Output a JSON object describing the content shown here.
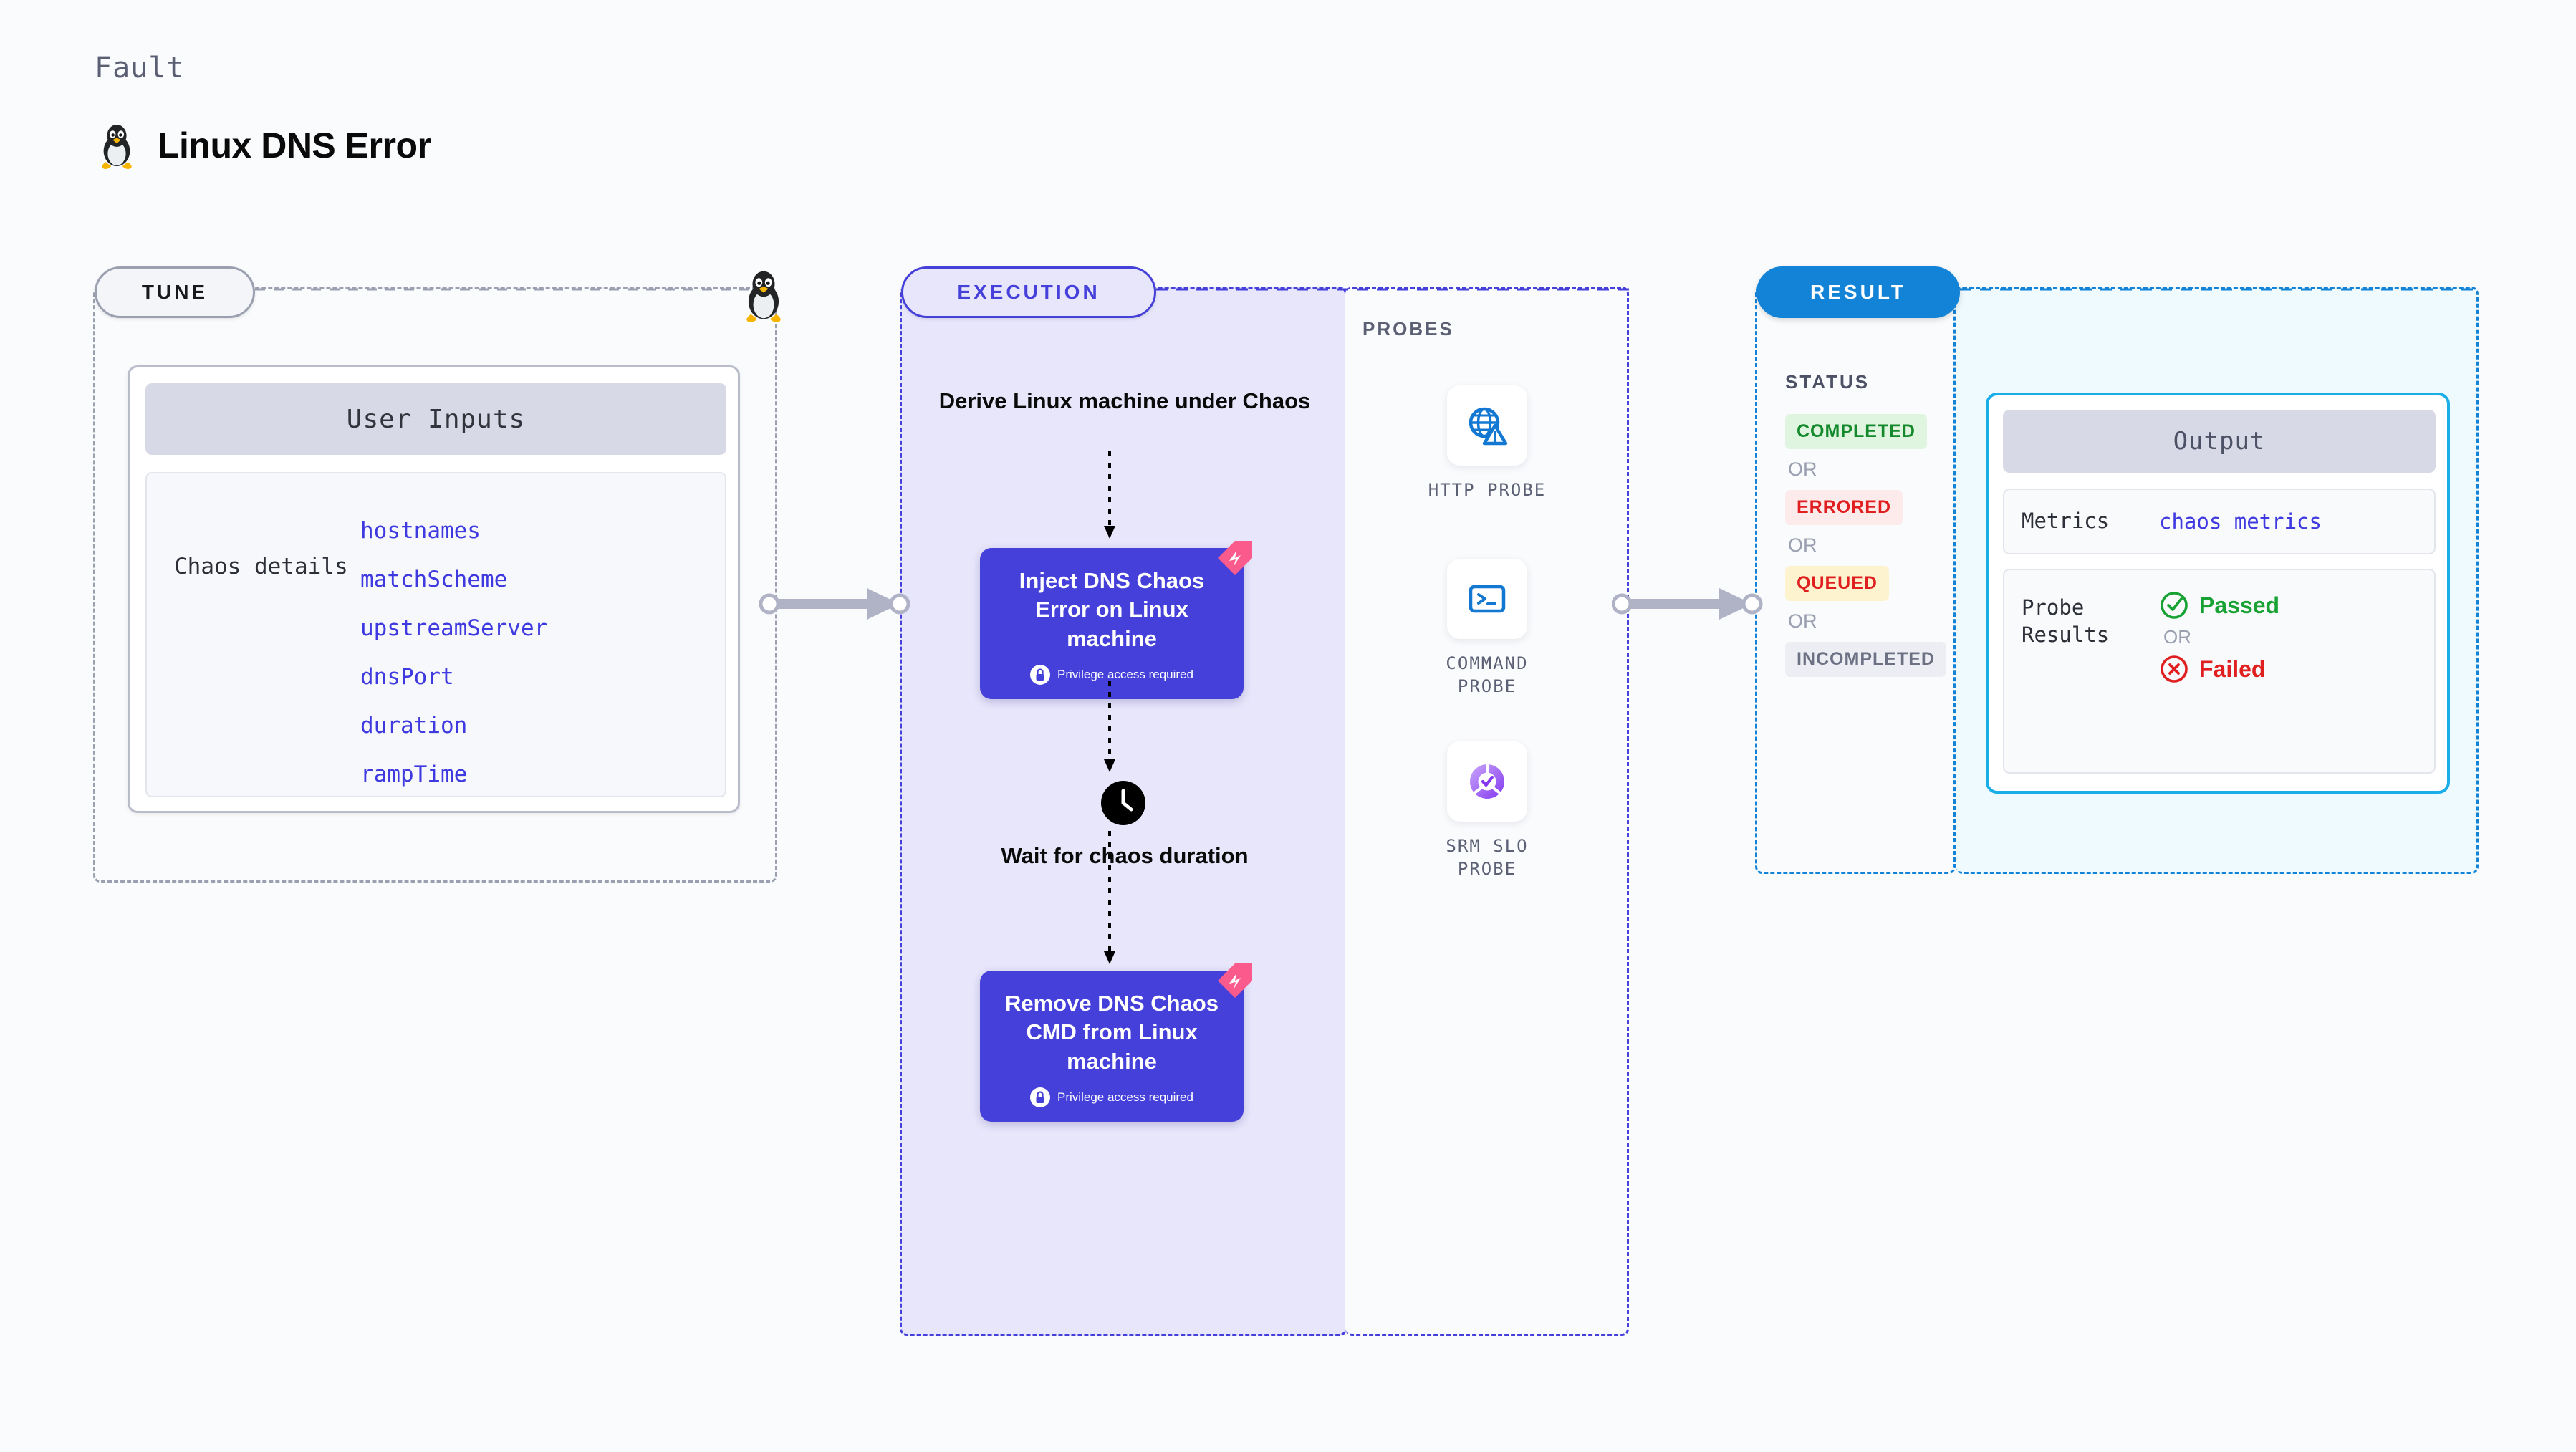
{
  "header": {
    "eyebrow": "Fault",
    "title": "Linux DNS Error",
    "icon": "linux-penguin-icon"
  },
  "tune": {
    "pill_label": "TUNE",
    "card": {
      "header": "User Inputs",
      "group_label": "Chaos details",
      "params": [
        "hostnames",
        "matchScheme",
        "upstreamServer",
        "dnsPort",
        "duration",
        "rampTime"
      ]
    }
  },
  "execution": {
    "pill_label": "EXECUTION",
    "flow_title": "Derive Linux machine under Chaos",
    "steps": [
      {
        "title": "Inject DNS Chaos Error on Linux machine",
        "badge": "Privilege access required",
        "badge_icon": "lock-icon",
        "ribbon_icon": "harness-ribbon-icon"
      },
      {
        "title": "Remove DNS Chaos CMD from Linux machine",
        "badge": "Privilege access required",
        "badge_icon": "lock-icon",
        "ribbon_icon": "harness-ribbon-icon"
      }
    ],
    "wait_label": "Wait for chaos duration",
    "wait_icon": "clock-icon"
  },
  "probes": {
    "section_label": "PROBES",
    "items": [
      {
        "label": "HTTP PROBE",
        "icon": "globe-warning-icon"
      },
      {
        "label": "COMMAND PROBE",
        "icon": "terminal-icon"
      },
      {
        "label": "SRM SLO PROBE",
        "icon": "slo-donut-check-icon"
      }
    ]
  },
  "result": {
    "pill_label": "RESULT",
    "status_label": "STATUS",
    "or_label": "OR",
    "statuses": [
      {
        "label": "COMPLETED",
        "style": "completed"
      },
      {
        "label": "ERRORED",
        "style": "errored"
      },
      {
        "label": "QUEUED",
        "style": "queued"
      },
      {
        "label": "INCOMPLETED",
        "style": "incomplete"
      }
    ]
  },
  "output": {
    "header": "Output",
    "metrics_key": "Metrics",
    "metrics_value": "chaos metrics",
    "probe_results_key": "Probe Results",
    "passed_label": "Passed",
    "failed_label": "Failed",
    "or_label": "OR",
    "passed_icon": "check-circle-icon",
    "failed_icon": "x-circle-icon"
  },
  "colors": {
    "indigo": "#4540d9",
    "blue": "#1283d6",
    "cyan": "#1aaee8",
    "pink_ribbon": "#fb5a8c",
    "green": "#18a233",
    "red": "#e02020",
    "gray_border": "#9aa0b0"
  }
}
